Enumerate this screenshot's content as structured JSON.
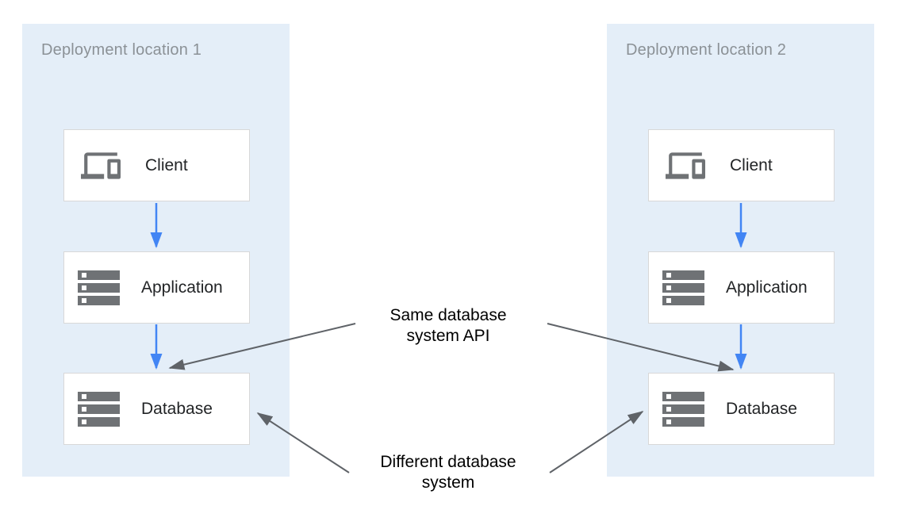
{
  "diagram": {
    "panels": [
      {
        "title": "Deployment location 1",
        "nodes": [
          {
            "label": "Client",
            "icon": "devices-icon"
          },
          {
            "label": "Application",
            "icon": "storage-icon"
          },
          {
            "label": "Database",
            "icon": "storage-icon"
          }
        ]
      },
      {
        "title": "Deployment location 2",
        "nodes": [
          {
            "label": "Client",
            "icon": "devices-icon"
          },
          {
            "label": "Application",
            "icon": "storage-icon"
          },
          {
            "label": "Database",
            "icon": "storage-icon"
          }
        ]
      }
    ],
    "annotations": [
      {
        "text": "Same database\nsystem API"
      },
      {
        "text": "Different database\nsystem"
      }
    ],
    "colors": {
      "panel_background": "#E4EEF8",
      "box_background": "#FFFFFF",
      "box_border": "#D8D8D8",
      "icon_gray": "#6F7275",
      "arrow_blue": "#4285F4",
      "arrow_gray": "#5F6368",
      "panel_title_gray": "#8B9196",
      "node_label_color": "#222426",
      "annotation_color": "#000000"
    }
  }
}
